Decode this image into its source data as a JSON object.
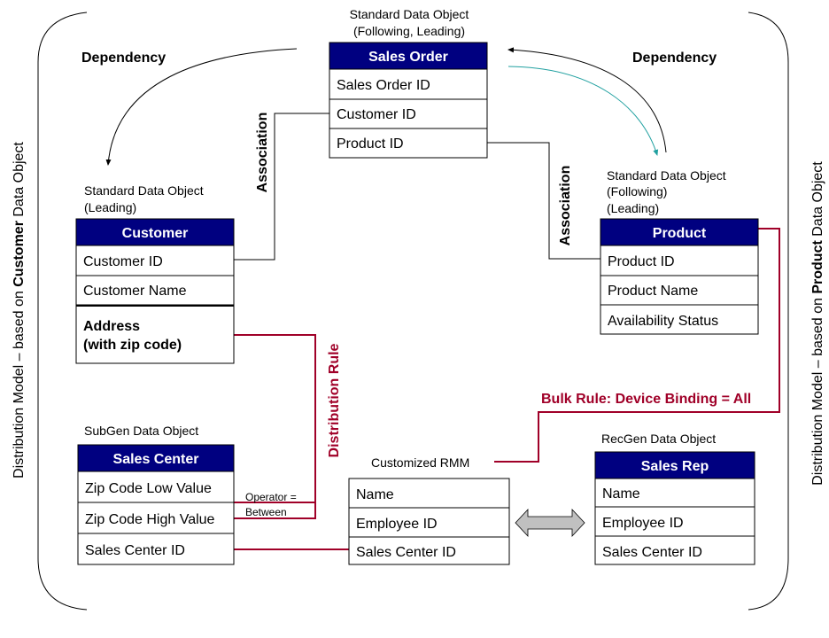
{
  "side_labels": {
    "left": {
      "prefix": "Distribution Model – based on ",
      "bold": "Customer",
      "suffix": "  Data Object"
    },
    "right": {
      "prefix": "Distribution Model – based on ",
      "bold": "Product",
      "suffix": "  Data Object"
    }
  },
  "dependency_left": "Dependency",
  "dependency_right": "Dependency",
  "association_left": "Association",
  "association_right": "Association",
  "distribution_rule": "Distribution Rule",
  "operator_line1": "Operator =",
  "operator_line2": "Between",
  "bulk_rule": "Bulk Rule: Device Binding = All",
  "sales_order": {
    "caption1": "Standard Data Object",
    "caption2": "(Following, Leading)",
    "title": "Sales Order",
    "rows": [
      "Sales Order ID",
      "Customer ID",
      "Product ID"
    ]
  },
  "customer": {
    "caption1": "Standard Data Object",
    "caption2": "(Leading)",
    "title": "Customer",
    "rows": [
      "Customer ID",
      "Customer Name"
    ],
    "address1": "Address",
    "address2a": "(with ",
    "address2b": "zip code",
    "address2c": ")"
  },
  "product": {
    "caption1": "Standard Data Object",
    "caption2": "(Following)",
    "caption3": "(Leading)",
    "title": "Product",
    "rows": [
      "Product ID",
      "Product Name",
      "Availability Status"
    ]
  },
  "sales_center": {
    "caption": "SubGen Data Object",
    "title": "Sales Center",
    "rows": [
      "Zip Code Low Value",
      "Zip Code High Value",
      "Sales Center ID"
    ]
  },
  "rmm": {
    "caption": "Customized RMM",
    "rows": [
      "Name",
      "Employee ID",
      "Sales Center ID"
    ]
  },
  "sales_rep": {
    "caption": "RecGen Data Object",
    "title": "Sales Rep",
    "rows": [
      "Name",
      "Employee ID",
      "Sales Center ID"
    ]
  },
  "colors": {
    "header": "#000080",
    "rule": "#a00028",
    "leading_highlight": "#20a0a0"
  }
}
